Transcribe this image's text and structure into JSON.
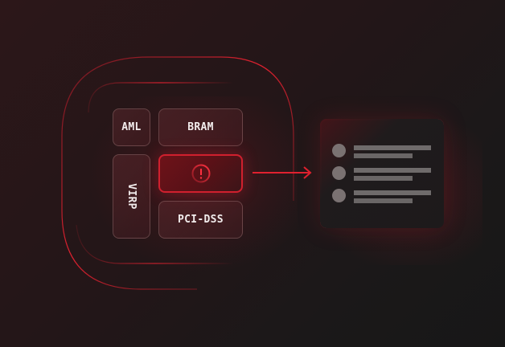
{
  "diagram": {
    "frameworks": {
      "aml": "AML",
      "bram": "BRAM",
      "virp": "VIRP",
      "pci_dss": "PCI-DSS"
    },
    "alert": {
      "icon": "alert-circle-icon"
    },
    "connector": {
      "icon": "arrow-right-icon"
    },
    "report": {
      "items": [
        {
          "icon": "bullet-dot"
        },
        {
          "icon": "bullet-dot"
        },
        {
          "icon": "bullet-dot"
        }
      ]
    }
  },
  "colors": {
    "accent": "#e0212f",
    "background_start": "#2c1719",
    "background_end": "#171717",
    "placeholder_gray": "#6f6b6b"
  }
}
